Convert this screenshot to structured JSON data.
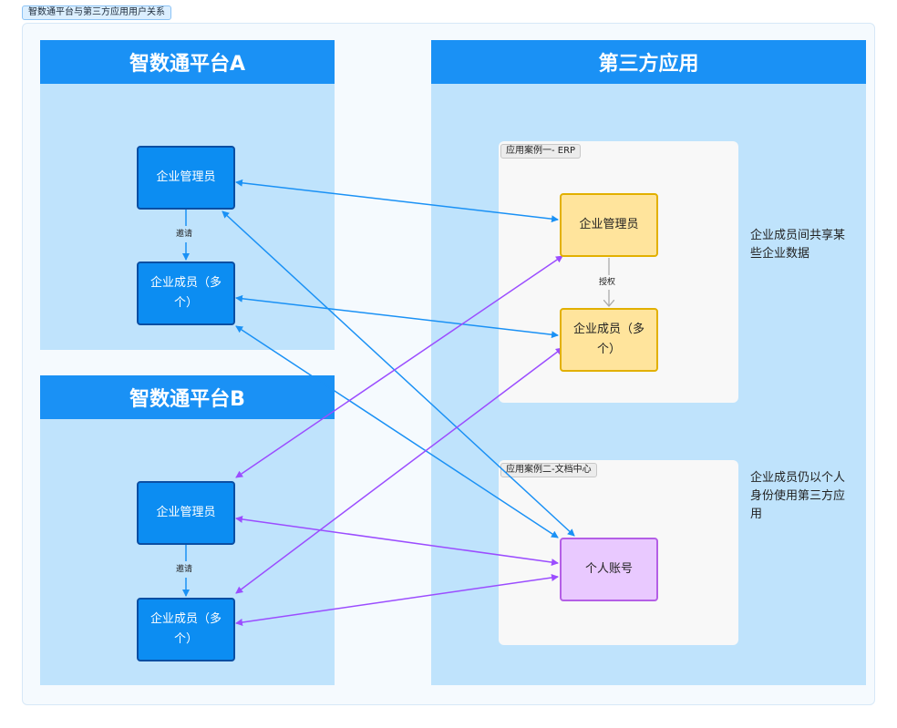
{
  "frame": {
    "title": "智数通平台与第三方应用用户关系"
  },
  "platform_a": {
    "title": "智数通平台A",
    "admin": "企业管理员",
    "invite": "邀请",
    "member": "企业成员（多个）"
  },
  "platform_b": {
    "title": "智数通平台B",
    "admin": "企业管理员",
    "invite": "邀请",
    "member": "企业成员（多个）"
  },
  "third_party": {
    "title": "第三方应用",
    "case1": {
      "tag": "应用案例一- ERP",
      "admin": "企业管理员",
      "authorize": "授权",
      "member": "企业成员（多个）"
    },
    "case2": {
      "tag": "应用案例二-文档中心",
      "account": "个人账号"
    },
    "note1": "企业成员间共享某些企业数据",
    "note2": "企业成员仍以个人身份使用第三方应用"
  },
  "colors": {
    "blue_edge": "#1a91f5",
    "purple_edge": "#9b4dff",
    "gray_edge": "#aaaaaa"
  }
}
